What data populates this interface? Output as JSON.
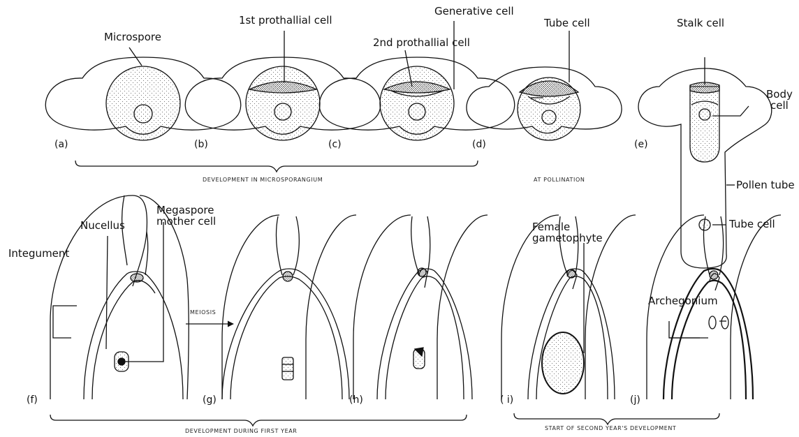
{
  "labels": {
    "microspore": "Microspore",
    "first_prothallial_cell": "1st prothallial cell",
    "second_prothallial_cell": "2nd prothallial cell",
    "generative_cell": "Generative cell",
    "tube_cell_d": "Tube cell",
    "stalk_cell": "Stalk cell",
    "body_cell": "Body\ncell",
    "pollen_tube": "Pollen tube",
    "tube_cell_e": "Tube cell",
    "nucellus": "Nucellus",
    "megaspore_mother_cell": "Megaspore\nmother cell",
    "integument": "Integument",
    "meiosis": "MEIOSIS",
    "female_gametophyte": "Female\ngametophyte",
    "archegonium": "Archegonium"
  },
  "panels": {
    "a": "(a)",
    "b": "(b)",
    "c": "(c)",
    "d": "(d)",
    "e": "(e)",
    "f": "(f)",
    "g": "(g)",
    "h": "(h)",
    "i": "( i)",
    "j": "(j)"
  },
  "captions": {
    "development_in_microsporangium": "DEVELOPMENT IN MICROSPORANGIUM",
    "at_pollination": "AT POLLINATION",
    "development_during_first_year": "DEVELOPMENT DURING FIRST YEAR",
    "start_of_second_year": "START OF SECOND YEAR'S DEVELOPMENT"
  }
}
